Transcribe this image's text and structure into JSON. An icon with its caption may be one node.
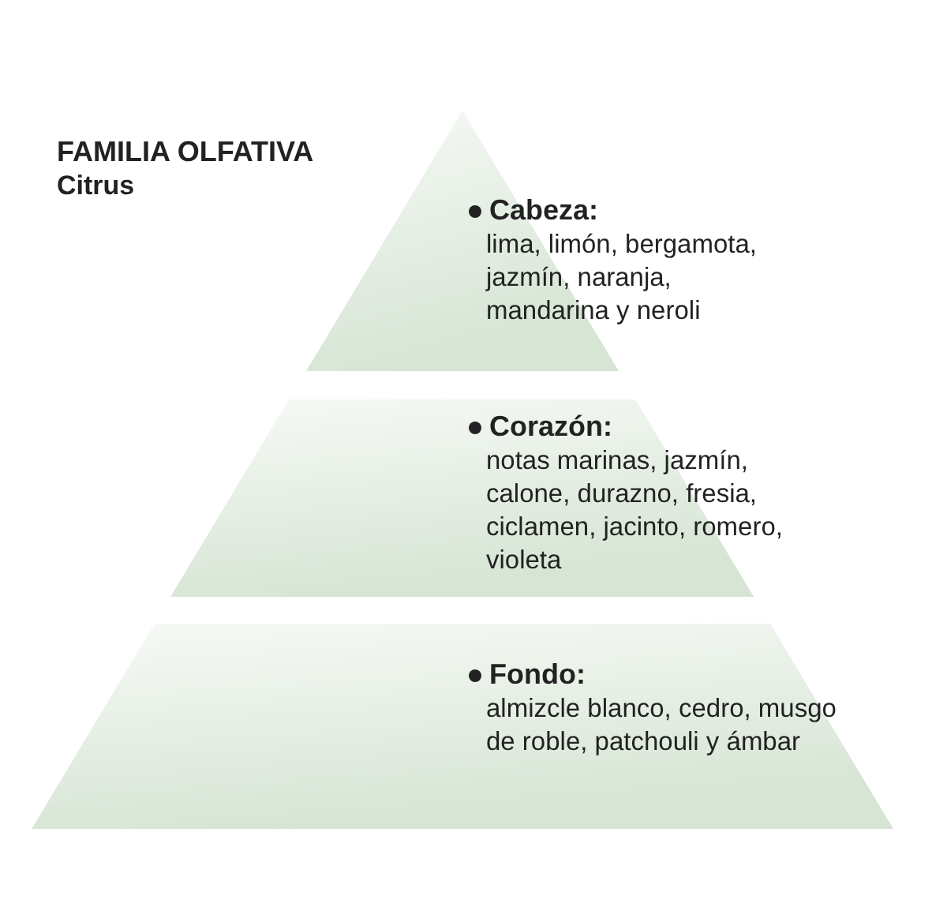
{
  "diagram": {
    "title": "FAMILIA OLFATIVA",
    "nodes": [
      {
        "text": [
          "Cabeza:",
          "lima, limón, bergamota, jazmín, naranja, mandarina y neroli"
        ]
      },
      {
        "text": [
          "Corazón:",
          "notas marinas, jazmín, calone, durazno, fresia, ciclamen, jacinto, romero, violeta"
        ]
      },
      {
        "text": [
          "Fondo:",
          "almizcle blanco, cedro, musgo de roble, patchouli y ámbar"
        ]
      }
    ],
    "edges": [],
    "labels": [
      "Citrus"
    ]
  }
}
